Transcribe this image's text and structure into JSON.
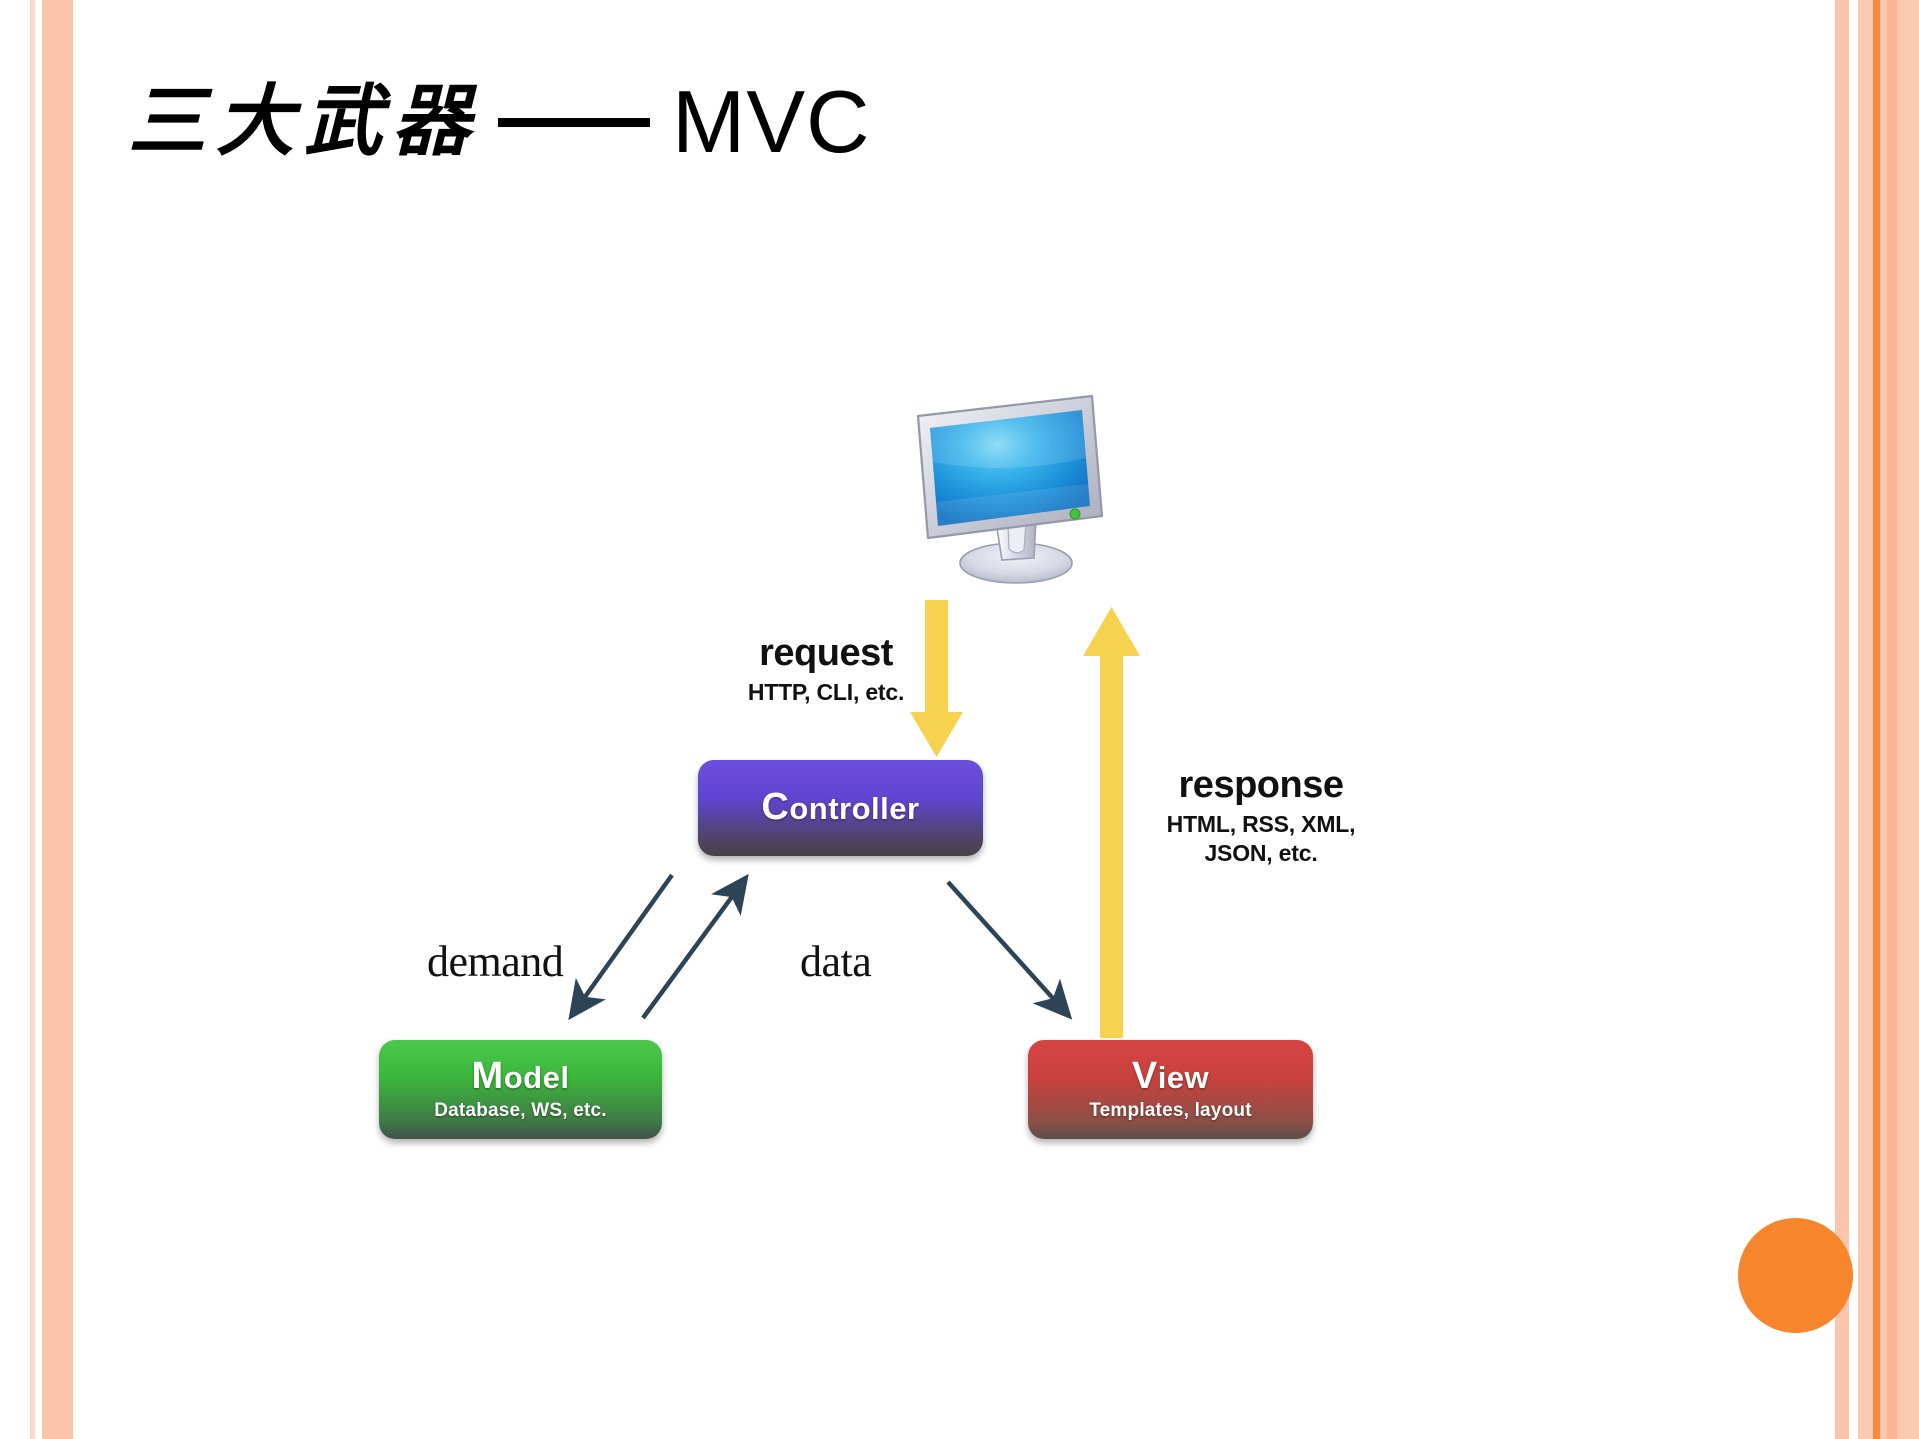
{
  "slide": {
    "title_cjk": "三大武器",
    "title_separator": "——",
    "title_latin": "MVC"
  },
  "theme": {
    "background": "#ffffff",
    "accent_orange": "#f7852b",
    "stripe_peach": "#fcc4ab",
    "stripe_light": "#fbd9c8",
    "stripe_hot": "#f98b3c",
    "arrow_yellow": "#f7d24e",
    "arrow_dark": "#2c4456"
  },
  "diagram": {
    "type": "mvc-flow",
    "client_icon": "desktop-monitor-icon",
    "boxes": [
      {
        "id": "controller",
        "title_initial": "C",
        "title_rest": "ontroller",
        "subtitle": "",
        "color_top": "#6b4fdc",
        "color_bottom": "#46414c"
      },
      {
        "id": "model",
        "title_initial": "M",
        "title_rest": "odel",
        "subtitle": "Database, WS, etc.",
        "color_top": "#4cc94c",
        "color_bottom": "#43504a"
      },
      {
        "id": "view",
        "title_initial": "V",
        "title_rest": "iew",
        "subtitle": "Templates, layout",
        "color_top": "#d64444",
        "color_bottom": "#5d4e4b"
      }
    ],
    "annotations": [
      {
        "id": "request",
        "heading": "request",
        "detail": "HTTP, CLI, etc.",
        "from": "client",
        "to": "controller",
        "arrow_color": "#f7d24e",
        "arrow_direction": "down"
      },
      {
        "id": "response",
        "heading": "response",
        "detail": "HTML, RSS, XML,\nJSON, etc.",
        "detail_line1": "HTML, RSS, XML,",
        "detail_line2": "JSON, etc.",
        "from": "view",
        "to": "client",
        "arrow_color": "#f7d24e",
        "arrow_direction": "up"
      },
      {
        "id": "demand",
        "heading": "demand",
        "from": "controller",
        "to": "model",
        "arrow_color": "#2c4456",
        "arrow_direction": "down-left"
      },
      {
        "id": "data",
        "heading": "data",
        "from": "model",
        "to": "controller",
        "arrow_color": "#2c4456",
        "arrow_direction": "up-right"
      },
      {
        "id": "controller-to-view",
        "heading": "",
        "from": "controller",
        "to": "view",
        "arrow_color": "#2c4456",
        "arrow_direction": "down-right"
      }
    ]
  }
}
